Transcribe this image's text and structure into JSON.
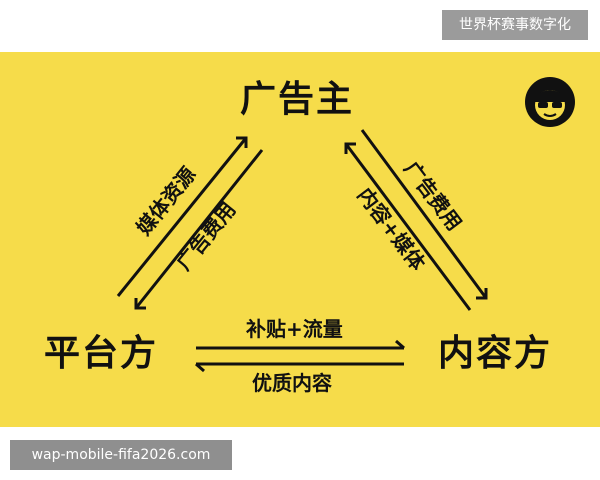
{
  "header": {
    "corner_tag": "世界杯赛事数字化"
  },
  "diagram": {
    "nodes": {
      "advertiser": "广告主",
      "platform": "平台方",
      "content_party": "内容方"
    },
    "edges": {
      "platform_to_advertiser": "媒体资源",
      "advertiser_to_platform": "广告费用",
      "advertiser_to_content": "广告费用",
      "content_to_advertiser": "内容+媒体",
      "platform_to_content": "补贴+流量",
      "content_to_platform": "优质内容"
    }
  },
  "footer": {
    "watermark": "wap-mobile-fifa2026.com"
  },
  "colors": {
    "panel_background": "#f6dc4a",
    "text": "#111111"
  },
  "icons": {
    "logo": "cartoon-face-logo-icon"
  }
}
